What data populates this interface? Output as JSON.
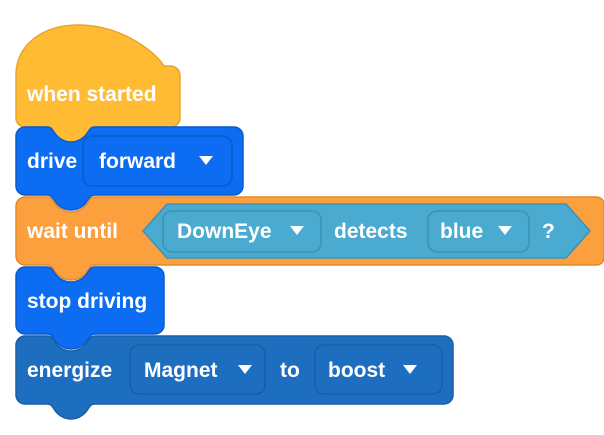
{
  "program": {
    "name": "vex-iq-block-program",
    "background_color": "#ffffff",
    "blocks": [
      {
        "id": "when-started",
        "kind": "hat",
        "label": "when started",
        "color": "#FFBB33",
        "border_color": "#E8A52B",
        "fields": []
      },
      {
        "id": "drive-forward",
        "kind": "stack",
        "label": "drive",
        "color": "#0C6CF2",
        "border_color": "#0A5BCC",
        "fields": [
          {
            "name": "direction",
            "value": "forward",
            "icon": "chevron-down-icon"
          }
        ]
      },
      {
        "id": "wait-until",
        "kind": "stack",
        "label": "wait until",
        "color": "#FBA03C",
        "border_color": "#E08A2A",
        "boolean_input": {
          "id": "downeye-detects-blue",
          "kind": "boolean-hexagon",
          "color": "#4AAAD0",
          "border_color": "#3D93B6",
          "parts": [
            {
              "type": "field",
              "name": "sensor",
              "value": "DownEye",
              "icon": "chevron-down-icon"
            },
            {
              "type": "label",
              "value": "detects"
            },
            {
              "type": "field",
              "name": "color",
              "value": "blue",
              "icon": "chevron-down-icon"
            },
            {
              "type": "label",
              "value": "?"
            }
          ]
        }
      },
      {
        "id": "stop-driving",
        "kind": "stack",
        "label": "stop driving",
        "color": "#0C6CF2",
        "border_color": "#0A5BCC",
        "fields": []
      },
      {
        "id": "energize-magnet",
        "kind": "stack",
        "label": "energize",
        "label2": "to",
        "color": "#1E6EC0",
        "border_color": "#1A5EA4",
        "fields": [
          {
            "name": "device",
            "value": "Magnet",
            "icon": "chevron-down-icon"
          },
          {
            "name": "mode",
            "value": "boost",
            "icon": "chevron-down-icon"
          }
        ]
      }
    ]
  }
}
